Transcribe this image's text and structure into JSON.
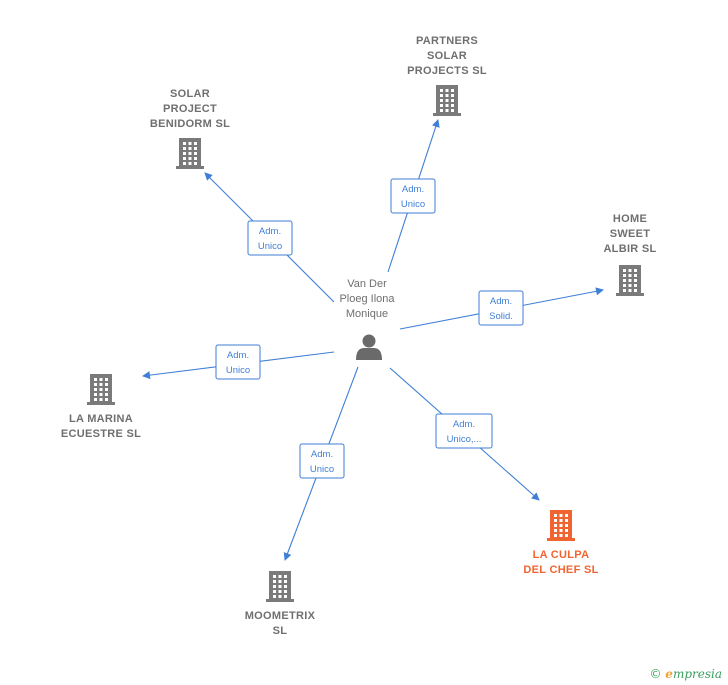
{
  "center": {
    "label": [
      "Van Der",
      "Ploeg Ilona",
      "Monique"
    ]
  },
  "nodes": [
    {
      "id": "solar-benidorm",
      "label": [
        "SOLAR",
        "PROJECT",
        "BENIDORM SL"
      ],
      "highlight": false
    },
    {
      "id": "partners-solar",
      "label": [
        "PARTNERS",
        "SOLAR",
        "PROJECTS SL"
      ],
      "highlight": false
    },
    {
      "id": "home-sweet",
      "label": [
        "HOME",
        "SWEET",
        "ALBIR  SL"
      ],
      "highlight": false
    },
    {
      "id": "la-marina",
      "label": [
        "LA MARINA",
        "ECUESTRE  SL"
      ],
      "highlight": false
    },
    {
      "id": "moometrix",
      "label": [
        "MOOMETRIX",
        "SL"
      ],
      "highlight": false
    },
    {
      "id": "la-culpa",
      "label": [
        "LA CULPA",
        "DEL CHEF  SL"
      ],
      "highlight": true
    }
  ],
  "edges": [
    {
      "to": "solar-benidorm",
      "label": [
        "Adm.",
        "Unico"
      ]
    },
    {
      "to": "partners-solar",
      "label": [
        "Adm.",
        "Unico"
      ]
    },
    {
      "to": "home-sweet",
      "label": [
        "Adm.",
        "Solid."
      ]
    },
    {
      "to": "la-marina",
      "label": [
        "Adm.",
        "Unico"
      ]
    },
    {
      "to": "moometrix",
      "label": [
        "Adm.",
        "Unico"
      ]
    },
    {
      "to": "la-culpa",
      "label": [
        "Adm.",
        "Unico,..."
      ]
    }
  ],
  "footer": {
    "copyright": "©",
    "brand_first": "e",
    "brand_rest": "mpresia"
  }
}
